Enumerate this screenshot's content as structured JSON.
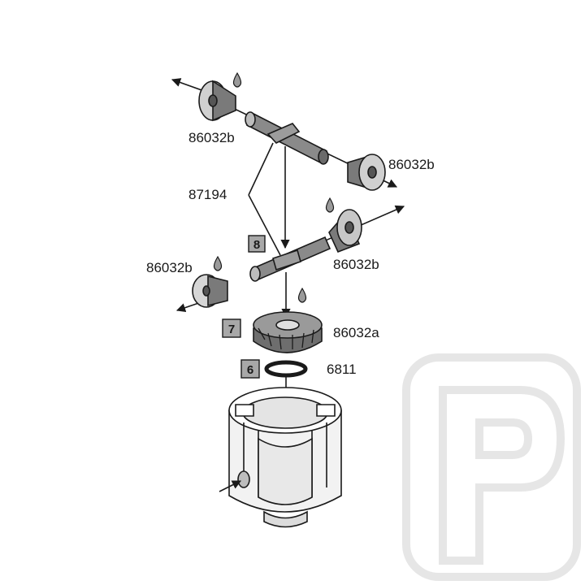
{
  "parts": {
    "gear_top_left": "86032b",
    "gear_top_right": "86032b",
    "shaft": "87194",
    "gear_mid_right": "86032b",
    "gear_mid_left": "86032b",
    "crown_gear": "86032a",
    "washer": "6811"
  },
  "steps": {
    "step_8": "8",
    "step_7": "7",
    "step_6": "6"
  },
  "colors": {
    "line": "#1a1a1a",
    "part_fill": "#8c8c8c",
    "light_fill": "#d2d2d2",
    "step_box": "#a8a8a8",
    "watermark": "#ececec"
  }
}
